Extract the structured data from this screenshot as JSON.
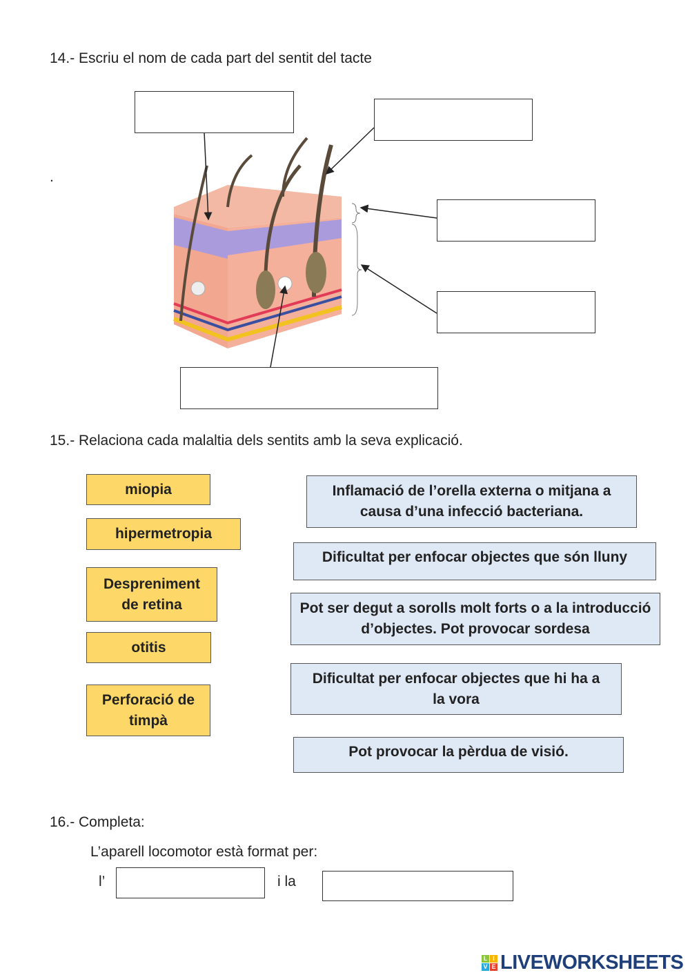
{
  "q14": {
    "title": "14.- Escriu el nom de cada part del sentit del tacte",
    "dot": "."
  },
  "q15": {
    "title": "15.- Relaciona cada malaltia dels sentits amb la seva explicació.",
    "diseases": [
      "miopia",
      "hipermetropia",
      "Despreniment de retina",
      "otitis",
      "Perforació de timpà"
    ],
    "explanations": [
      "Inflamació de l’orella externa o mitjana a causa d’una infecció bacteriana.",
      "Dificultat per enfocar objectes que són lluny",
      "Pot ser degut a sorolls molt forts o a la introducció d’objectes. Pot provocar sordesa",
      "Dificultat per enfocar objectes que hi ha a la vora",
      "Pot provocar la pèrdua de visió."
    ]
  },
  "q16": {
    "title": "16.- Completa:",
    "sentence": "L’aparell locomotor està format per:",
    "prefix1": "l’",
    "connector": "i la"
  },
  "logo": {
    "text": "LIVEWORKSHEETS",
    "letters": [
      "L",
      "I",
      "V",
      "E"
    ]
  },
  "colors": {
    "disease": "#fdd767",
    "explanation": "#dfe8f5",
    "logo": "#1f3f7a"
  }
}
